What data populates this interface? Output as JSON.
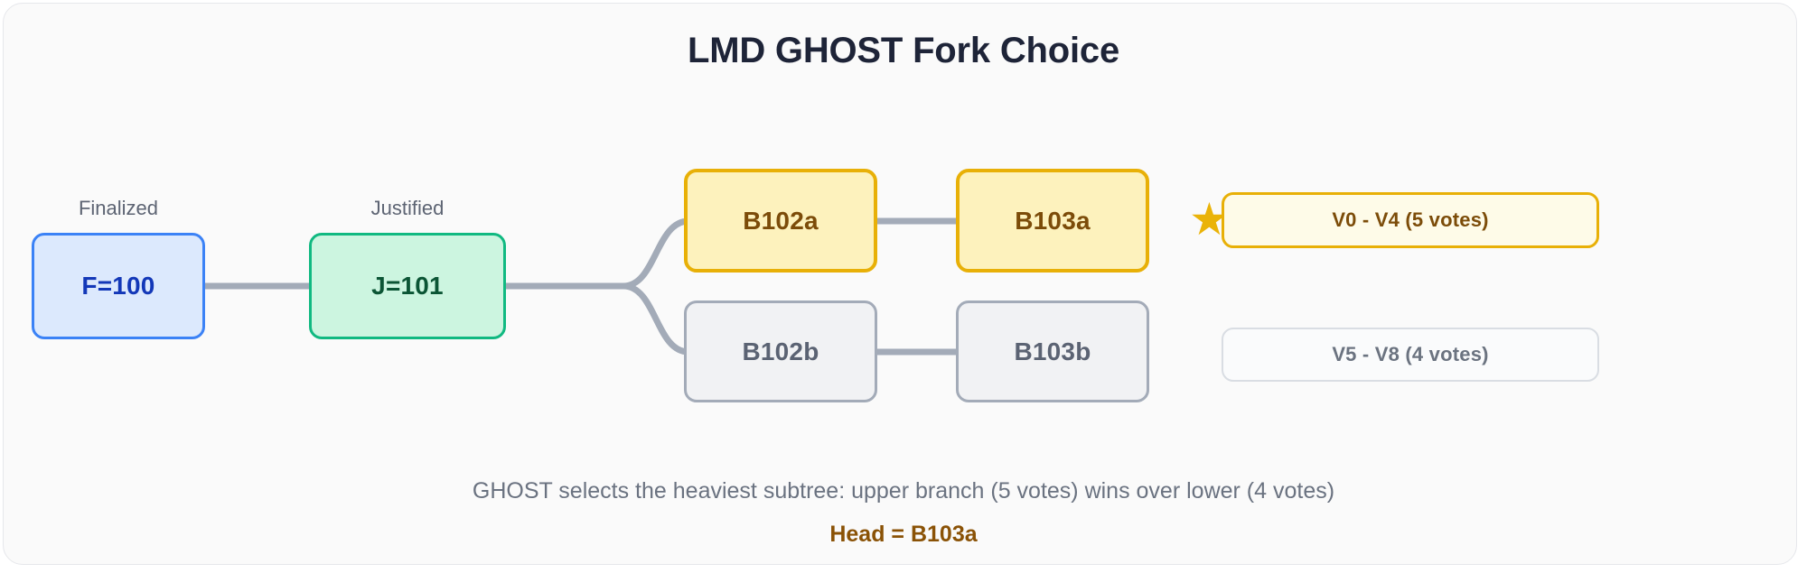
{
  "diagram": {
    "title": "LMD GHOST Fork Choice",
    "background_color": "#fafafa",
    "title_color": "#1e2438"
  },
  "chain": {
    "finalized": {
      "caption": "Finalized",
      "label": "F=100",
      "fill": "#dce9fd",
      "border": "#3b82f6",
      "text_color": "#1338b8"
    },
    "justified": {
      "caption": "Justified",
      "label": "J=101",
      "fill": "#ccf5e0",
      "border": "#10b981",
      "text_color": "#0b5535"
    }
  },
  "branches": {
    "upper": {
      "name": "canonical-branch",
      "blocks": [
        "B102a",
        "B103a"
      ],
      "fill": "#fdf2bd",
      "border": "#e8b007",
      "text_color": "#7c4c09",
      "votes_label": "V0 - V4 (5 votes)",
      "votes_count": 5,
      "winner": true,
      "star_icon": "star-icon"
    },
    "lower": {
      "name": "fork-branch",
      "blocks": [
        "B102b",
        "B103b"
      ],
      "fill": "#f1f2f4",
      "border": "#a3abb8",
      "text_color": "#5b6373",
      "votes_label": "V5 - V8 (4 votes)",
      "votes_count": 4,
      "winner": false
    }
  },
  "footer": {
    "explanation": "GHOST selects the heaviest subtree: upper branch (5 votes) wins over lower (4 votes)",
    "head_result": "Head = B103a",
    "head_color": "#8a5206"
  }
}
